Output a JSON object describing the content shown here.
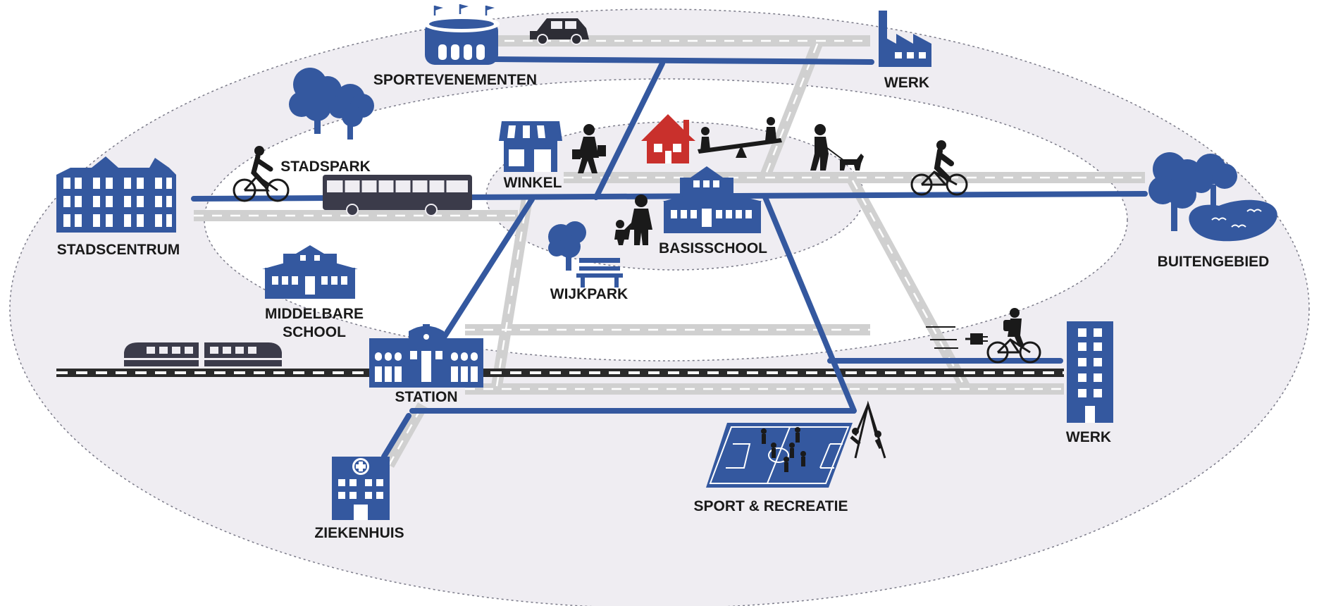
{
  "labels": {
    "sportevenementen": "SPORTEVENEMENTEN",
    "werk_top": "WERK",
    "stadspark": "STADSPARK",
    "winkel": "WINKEL",
    "stadscentrum": "STADSCENTRUM",
    "basisschool": "BASISSCHOOL",
    "buitengebied": "BUITENGEBIED",
    "wijkpark": "WIJKPARK",
    "middelbare_school_line1": "MIDDELBARE",
    "middelbare_school_line2": "SCHOOL",
    "station": "STATION",
    "werk_right": "WERK",
    "sport_recreatie": "SPORT & RECREATIE",
    "ziekenhuis": "ZIEKENHUIS"
  },
  "colors": {
    "blue": "#34589f",
    "red": "#c9302c",
    "black": "#1a1a1a",
    "road": "#d0d0d0",
    "zone_fill": "#efedf2",
    "bus": "#3b3b4a"
  },
  "icons": [
    "stadium-icon",
    "car-icon",
    "factory-icon",
    "tree-icon",
    "shop-icon",
    "shopper-icon",
    "house-icon",
    "seesaw-icon",
    "dog-walker-icon",
    "cyclist-icon",
    "bus-icon",
    "school-icon",
    "parent-child-icon",
    "bench-icon",
    "train-icon",
    "station-building-icon",
    "ebike-icon",
    "office-tower-icon",
    "sports-field-icon",
    "swing-icon",
    "hospital-icon",
    "pond-icon",
    "apartment-icon"
  ]
}
